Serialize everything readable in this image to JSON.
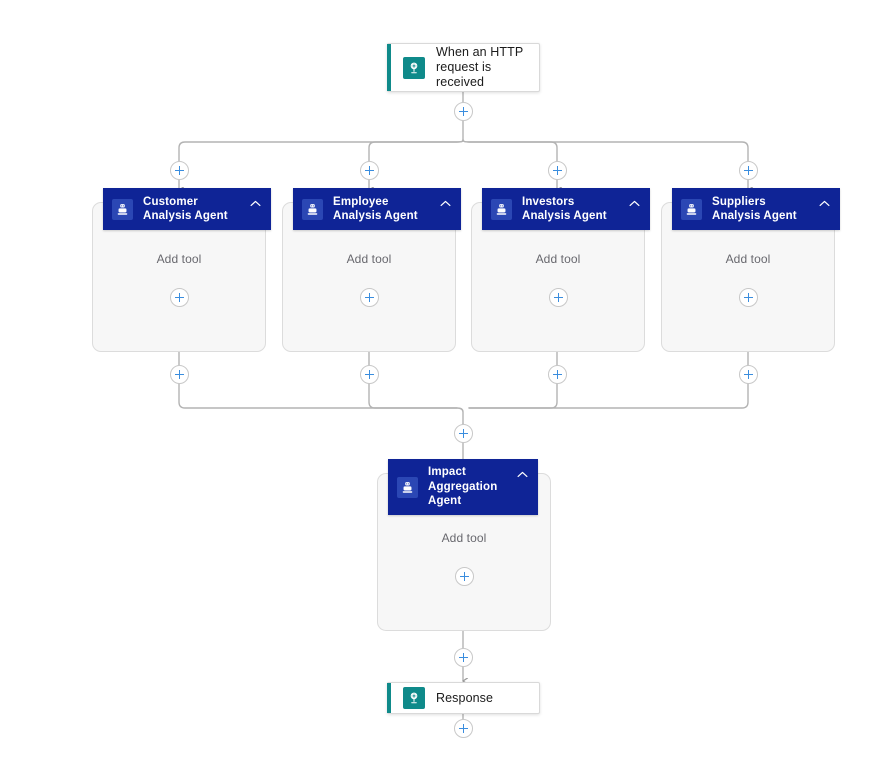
{
  "canvas": {
    "background": "#ffffff",
    "wire_color": "#b3b3b3",
    "accent_teal": "#0f8a8a",
    "agent_header_blue": "#0f2496",
    "agent_icon_blue": "#2b47b4",
    "plus_blue": "#3a8dde",
    "body_gray": "#f7f7f7"
  },
  "trigger": {
    "label": "When an HTTP\nrequest is received",
    "line1": "When an HTTP",
    "line2": "request is received",
    "icon": "http-request-icon"
  },
  "agents": [
    {
      "title": "Customer Analysis Agent",
      "add_tool_label": "Add tool",
      "icon": "agent-robot-icon",
      "chevron": "chevron-up-icon"
    },
    {
      "title": "Employee Analysis Agent",
      "add_tool_label": "Add tool",
      "icon": "agent-robot-icon",
      "chevron": "chevron-up-icon"
    },
    {
      "title": "Investors Analysis Agent",
      "add_tool_label": "Add tool",
      "icon": "agent-robot-icon",
      "chevron": "chevron-up-icon"
    },
    {
      "title": "Suppliers Analysis Agent",
      "add_tool_label": "Add tool",
      "icon": "agent-robot-icon",
      "chevron": "chevron-up-icon"
    }
  ],
  "aggregator": {
    "title": "Impact Aggregation Agent",
    "add_tool_label": "Add tool",
    "icon": "agent-robot-icon",
    "chevron": "chevron-up-icon"
  },
  "response": {
    "label": "Response",
    "icon": "http-response-icon"
  },
  "add_buttons": {
    "label": "+",
    "name": "add-step-button"
  }
}
